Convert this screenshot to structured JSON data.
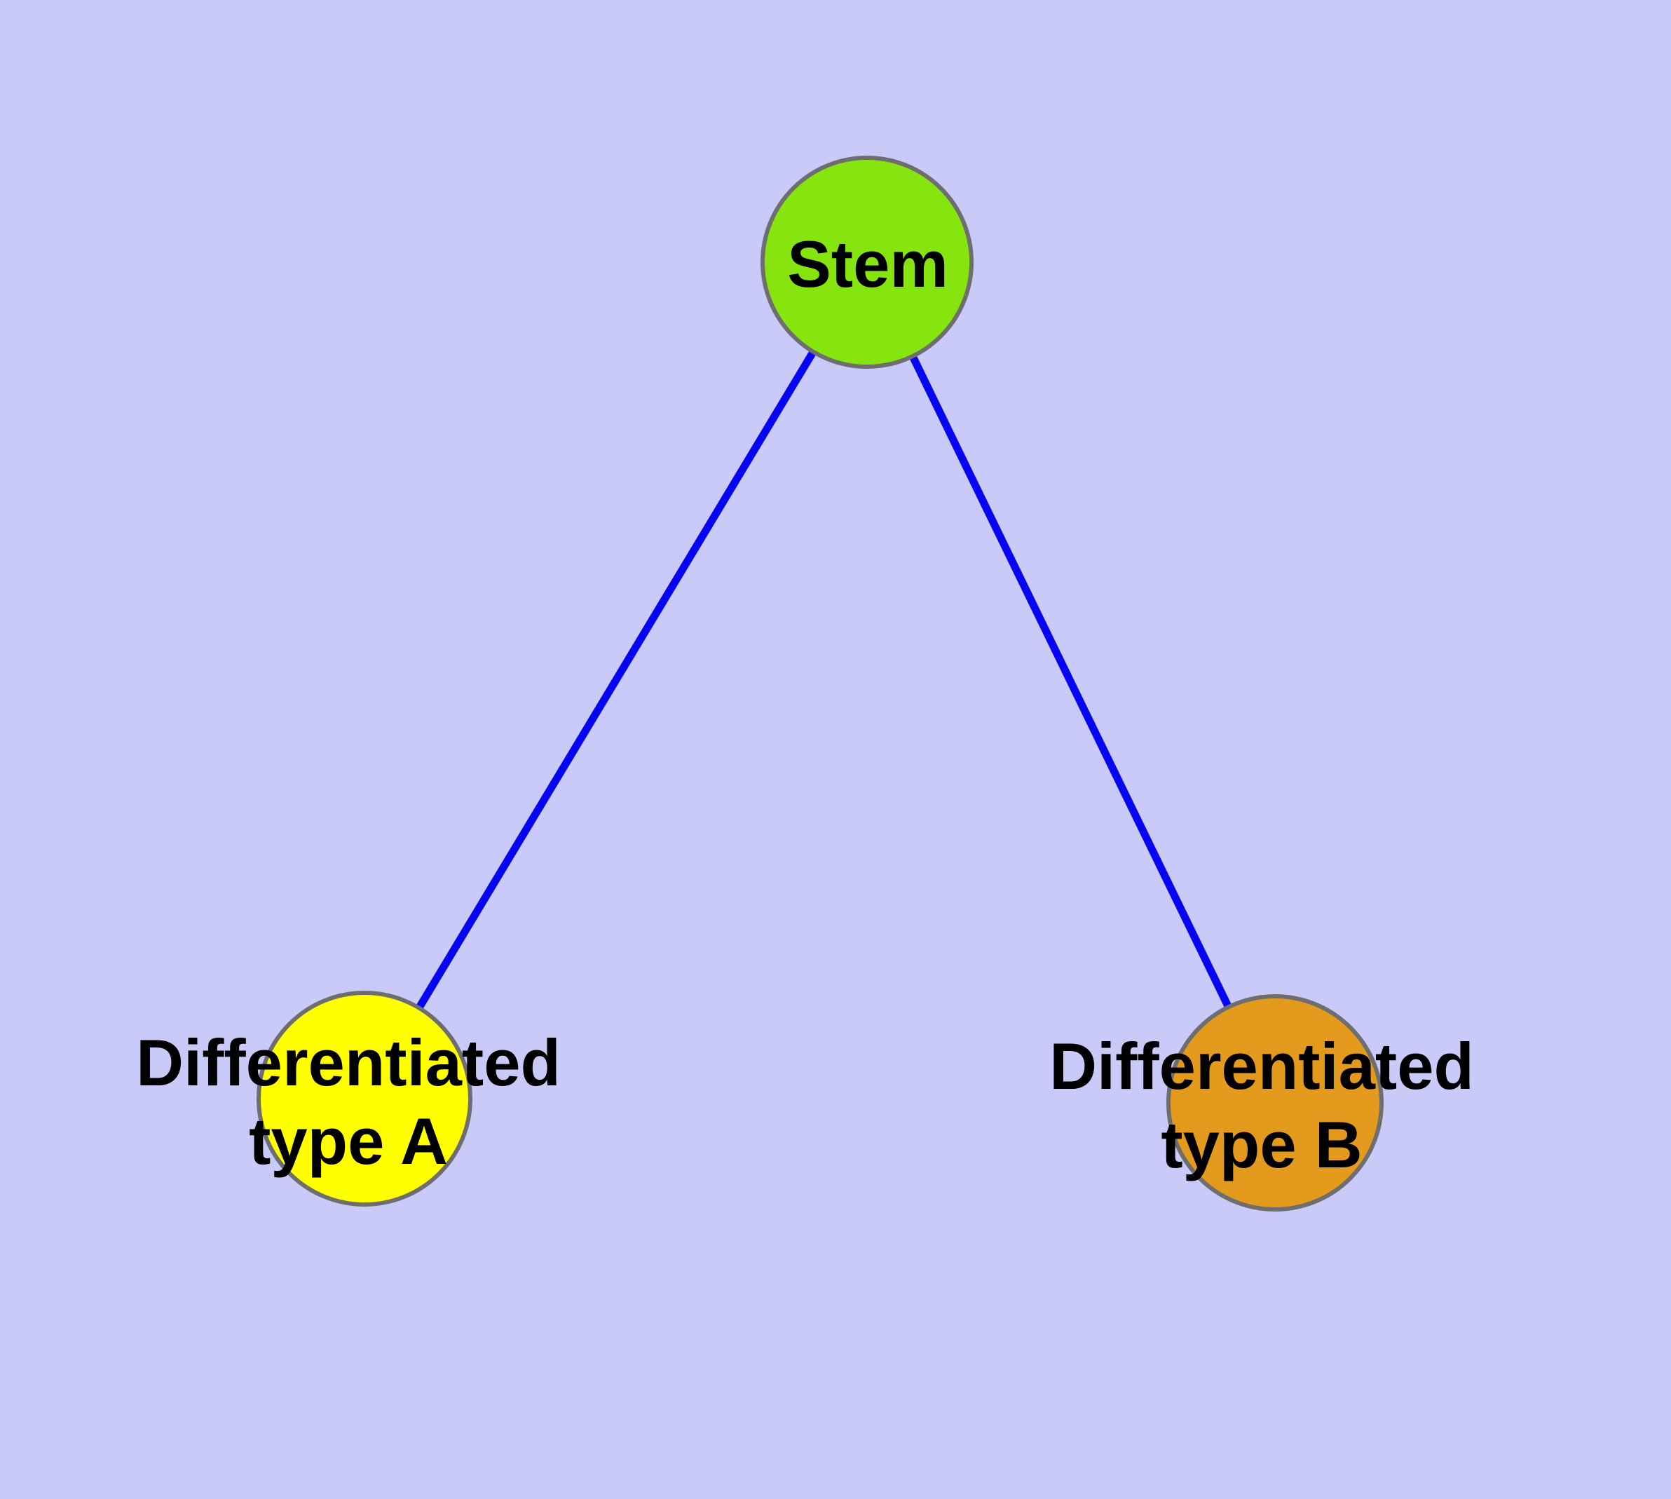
{
  "diagram": {
    "type": "node-link graph",
    "description": "Stem cell differentiation tree: one stem node branching to two differentiated cell type nodes",
    "background_color": "#cacaf9",
    "nodes": {
      "stem": {
        "label": "Stem",
        "fill": "#86e50f",
        "stroke": "#6e6e6e"
      },
      "type_a": {
        "label_line1": "Differentiated",
        "label_line2": "type A",
        "fill": "#ffff00",
        "stroke": "#6e6e6e"
      },
      "type_b": {
        "label_line1": "Differentiated",
        "label_line2": "type B",
        "fill": "#e49a1d",
        "stroke": "#6e6e6e"
      }
    },
    "edges": {
      "color": "#0505f2",
      "connections": [
        {
          "from": "Stem",
          "to": "Differentiated type A"
        },
        {
          "from": "Stem",
          "to": "Differentiated type B"
        }
      ]
    },
    "text_color": "#000000"
  }
}
